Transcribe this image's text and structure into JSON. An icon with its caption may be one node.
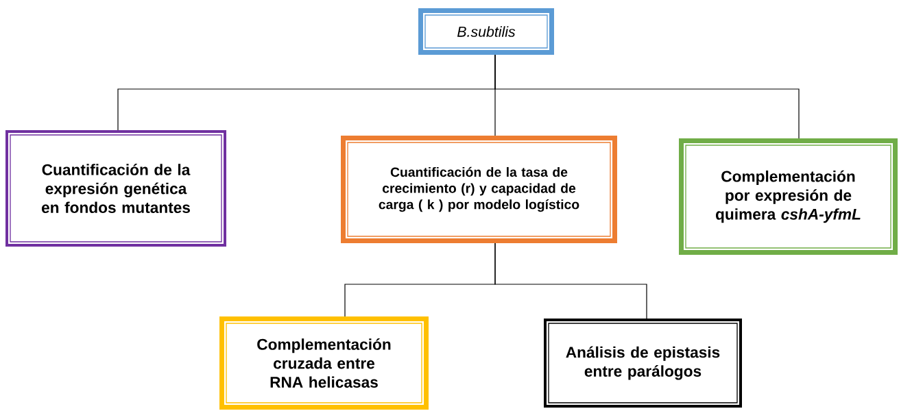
{
  "diagram": {
    "nodes": [
      {
        "text": [
          "B.subtilis"
        ]
      },
      {
        "text": [
          "Cuantificación de la expresión genética en fondos mutantes"
        ]
      },
      {
        "text": [
          "Cuantificación de la tasa de crecimiento (r) y capacidad de carga ( k ) por modelo logístico"
        ]
      },
      {
        "text": [
          "Complementación por expresión de quimera *cshA-yfmL*"
        ]
      },
      {
        "text": [
          "Complementación cruzada entre RNA helicasas"
        ]
      },
      {
        "text": [
          "Análisis de epistasis entre parálogos"
        ]
      }
    ],
    "edges": [
      {
        "from": 0,
        "to": 1,
        "arrow": "none"
      },
      {
        "from": 0,
        "to": 2,
        "arrow": "none"
      },
      {
        "from": 0,
        "to": 3,
        "arrow": "none"
      },
      {
        "from": 2,
        "to": 4,
        "arrow": "none"
      },
      {
        "from": 2,
        "to": 5,
        "arrow": "none"
      }
    ]
  }
}
